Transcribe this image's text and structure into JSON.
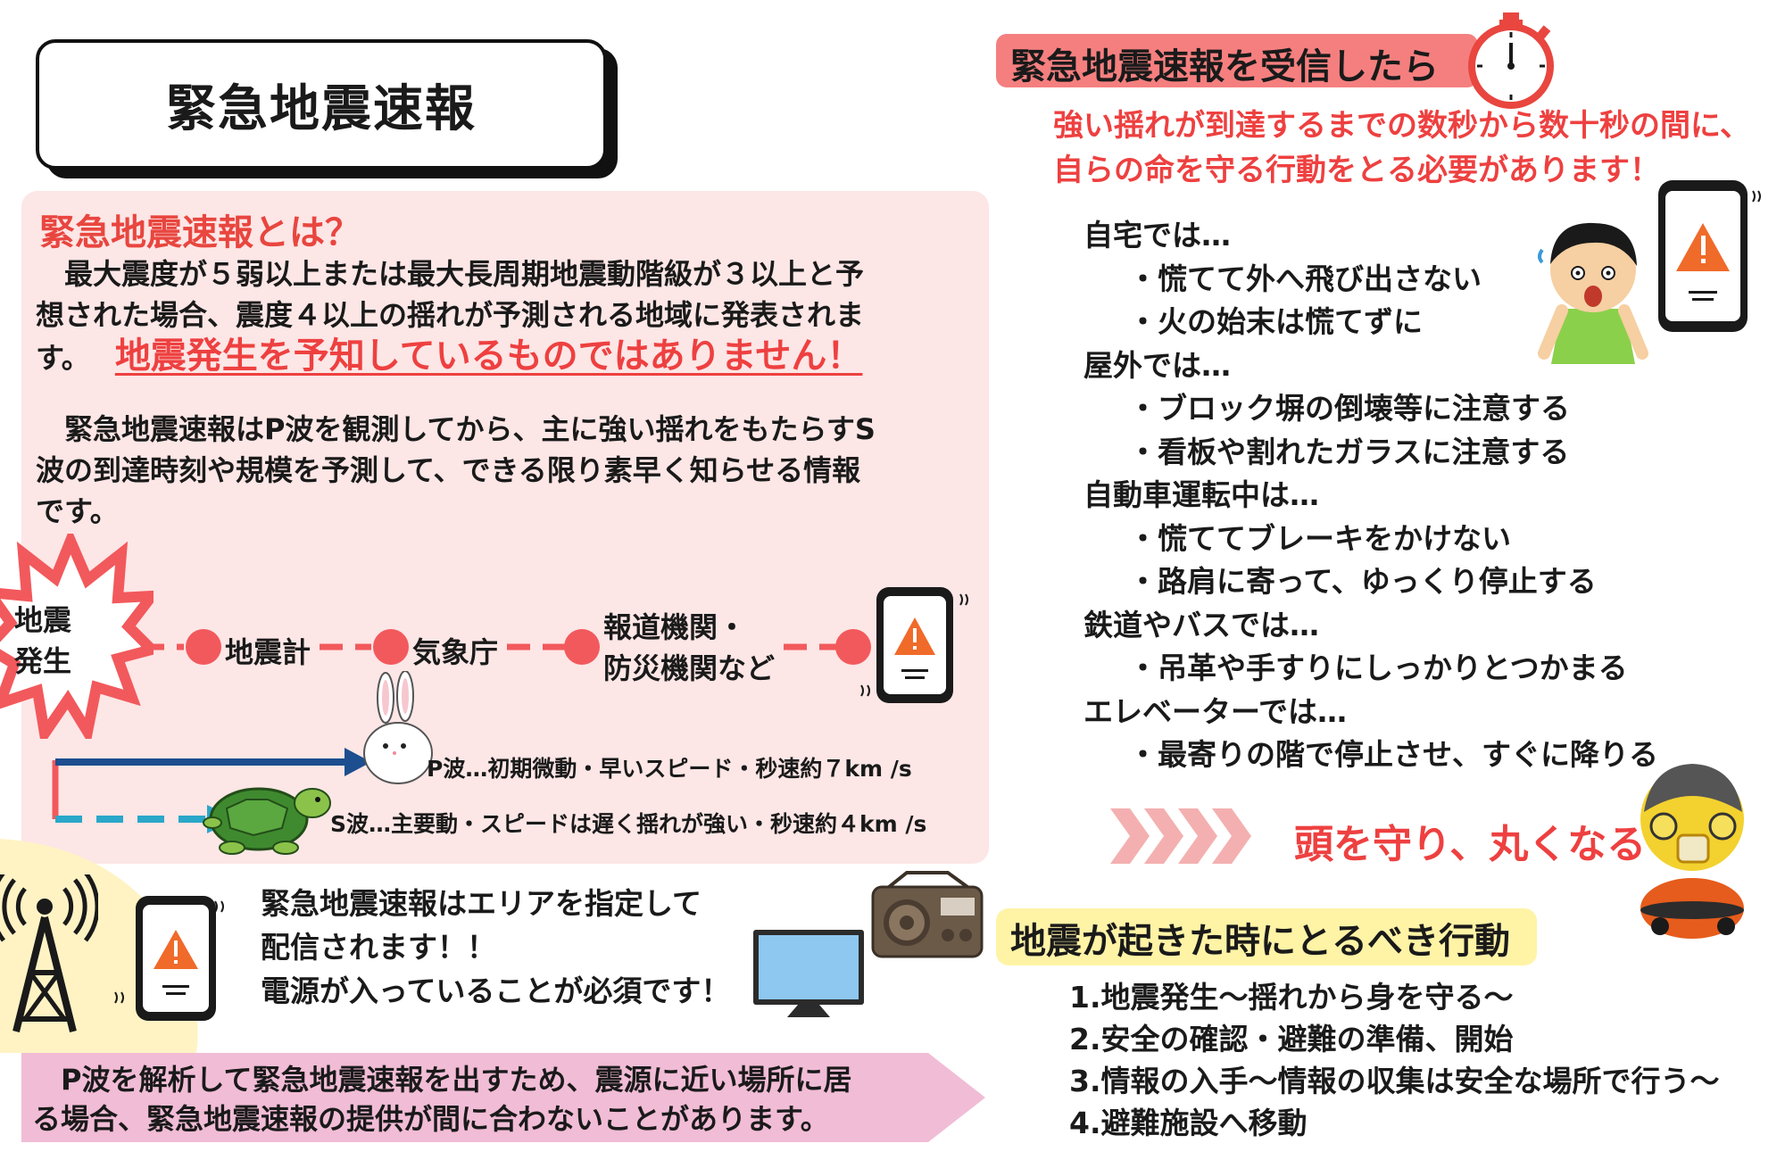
{
  "title": "緊急地震速報",
  "about": {
    "heading": "緊急地震速報とは？",
    "para1_line1": "　最大震度が５弱以上または最大長周期地震動階級が３以上と予",
    "para1_line2": "想された場合、震度４以上の揺れが予測される地域に発表されま",
    "para1_line3": "す。",
    "warning": "地震発生を予知しているものではありません！",
    "para2_line1": "　緊急地震速報はP波を観測してから、主に強い揺れをもたらすS",
    "para2_line2": "波の到達時刻や規模を予測して、できる限り素早く知らせる情報",
    "para2_line3": "です。"
  },
  "flow": {
    "start_line1": "地震",
    "start_line2": "発生",
    "node1": "地震計",
    "node2": "気象庁",
    "node3_line1": "報道機関・",
    "node3_line2": "防災機関など"
  },
  "waves": {
    "p_wave": "P波…初期微動・早いスピード・秒速約７km /s",
    "s_wave": "S波…主要動・スピードは遅く揺れが強い・秒速約４km /s"
  },
  "area": {
    "line1": "緊急地震速報はエリアを指定して",
    "line2": "配信されます！！",
    "line3": "電源が入っていることが必須です！"
  },
  "bottom_note": {
    "line1": "　P波を解析して緊急地震速報を出すため、震源に近い場所に居",
    "line2": "る場合、緊急地震速報の提供が間に合わないことがあります。"
  },
  "receive": {
    "heading": "緊急地震速報を受信したら",
    "sub_line1": "強い揺れが到達するまでの数秒から数十秒の間に、",
    "sub_line2": "自らの命を守る行動をとる必要があります！"
  },
  "situations": [
    {
      "place": "自宅では…",
      "items": [
        "・慌てて外へ飛び出さない",
        "・火の始末は慌てずに"
      ]
    },
    {
      "place": "屋外では…",
      "items": [
        "・ブロック塀の倒壊等に注意する",
        "・看板や割れたガラスに注意する"
      ]
    },
    {
      "place": "自動車運転中は…",
      "items": [
        "・慌ててブレーキをかけない",
        "・路肩に寄って、ゆっくり停止する"
      ]
    },
    {
      "place": "鉄道やバスでは…",
      "items": [
        "・吊革や手すりにしっかりとつかまる"
      ]
    },
    {
      "place": "エレベーターでは…",
      "items": [
        "・最寄りの階で停止させ、すぐに降りる"
      ]
    }
  ],
  "protect": "頭を守り、丸くなる",
  "steps": {
    "heading": "地震が起きた時にとるべき行動",
    "items": [
      "1.地震発生～揺れから身を守る～",
      "2.安全の確認・避難の準備、開始",
      "3.情報の入手～情報の収集は安全な場所で行う～",
      "4.避難施設へ移動"
    ]
  },
  "colors": {
    "accent_red": "#ee4040",
    "panel_pink": "#fde6e6",
    "pill_red": "#f57f7f",
    "pill_yellow": "#fff3a6",
    "arrow_navy": "#1d4e8f",
    "arrow_teal": "#2aa7c9",
    "band_pink": "#f1bcd6"
  }
}
